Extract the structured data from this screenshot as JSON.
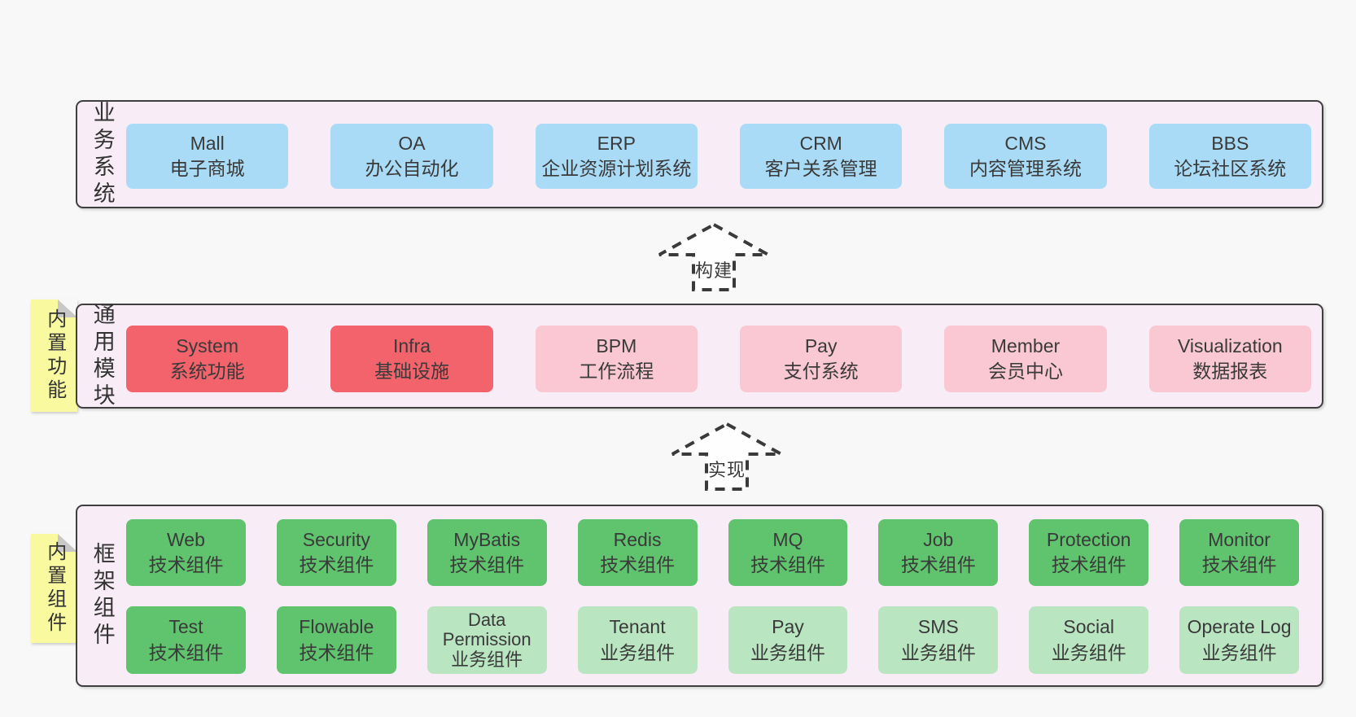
{
  "colors": {
    "page-bg": "#f8f8f8",
    "band-bg": "#f8edf6",
    "band-border": "#3f3f3f",
    "box-text": "#3a3a3a",
    "blue": "#a9dbf6",
    "red": "#f3636b",
    "pink": "#f9c8d2",
    "green": "#5fc46d",
    "lightgreen": "#b9e5c1",
    "note-yellow": "#f9f9a0",
    "fold-gray": "#c8c8c8",
    "arrow-stroke": "#3a3a3a",
    "arrow-fill": "#fefefe"
  },
  "bands": [
    {
      "label": "业务系统",
      "rows": [
        [
          {
            "title": "Mall",
            "subtitle": "电子商城",
            "variant": "blue"
          },
          {
            "title": "OA",
            "subtitle": "办公自动化",
            "variant": "blue"
          },
          {
            "title": "ERP",
            "subtitle": "企业资源计划系统",
            "variant": "blue"
          },
          {
            "title": "CRM",
            "subtitle": "客户关系管理",
            "variant": "blue"
          },
          {
            "title": "CMS",
            "subtitle": "内容管理系统",
            "variant": "blue"
          },
          {
            "title": "BBS",
            "subtitle": "论坛社区系统",
            "variant": "blue"
          }
        ]
      ]
    },
    {
      "label": "通用模块",
      "note": "内置功能",
      "rows": [
        [
          {
            "title": "System",
            "subtitle": "系统功能",
            "variant": "red"
          },
          {
            "title": "Infra",
            "subtitle": "基础设施",
            "variant": "red"
          },
          {
            "title": "BPM",
            "subtitle": "工作流程",
            "variant": "pink"
          },
          {
            "title": "Pay",
            "subtitle": "支付系统",
            "variant": "pink"
          },
          {
            "title": "Member",
            "subtitle": "会员中心",
            "variant": "pink"
          },
          {
            "title": "Visualization",
            "subtitle": "数据报表",
            "variant": "pink"
          }
        ]
      ]
    },
    {
      "label": "框架组件",
      "note": "内置组件",
      "rows": [
        [
          {
            "title": "Web",
            "subtitle": "技术组件",
            "variant": "green"
          },
          {
            "title": "Security",
            "subtitle": "技术组件",
            "variant": "green"
          },
          {
            "title": "MyBatis",
            "subtitle": "技术组件",
            "variant": "green"
          },
          {
            "title": "Redis",
            "subtitle": "技术组件",
            "variant": "green"
          },
          {
            "title": "MQ",
            "subtitle": "技术组件",
            "variant": "green"
          },
          {
            "title": "Job",
            "subtitle": "技术组件",
            "variant": "green"
          },
          {
            "title": "Protection",
            "subtitle": "技术组件",
            "variant": "green"
          },
          {
            "title": "Monitor",
            "subtitle": "技术组件",
            "variant": "green"
          }
        ],
        [
          {
            "title": "Test",
            "subtitle": "技术组件",
            "variant": "green"
          },
          {
            "title": "Flowable",
            "subtitle": "技术组件",
            "variant": "green"
          },
          {
            "title": "Data Permission",
            "subtitle": "业务组件",
            "variant": "lightgreen",
            "tight": true
          },
          {
            "title": "Tenant",
            "subtitle": "业务组件",
            "variant": "lightgreen"
          },
          {
            "title": "Pay",
            "subtitle": "业务组件",
            "variant": "lightgreen"
          },
          {
            "title": "SMS",
            "subtitle": "业务组件",
            "variant": "lightgreen"
          },
          {
            "title": "Social",
            "subtitle": "业务组件",
            "variant": "lightgreen"
          },
          {
            "title": "Operate Log",
            "subtitle": "业务组件",
            "variant": "lightgreen"
          }
        ]
      ]
    }
  ],
  "arrows": [
    {
      "label": "构建"
    },
    {
      "label": "实现"
    }
  ]
}
